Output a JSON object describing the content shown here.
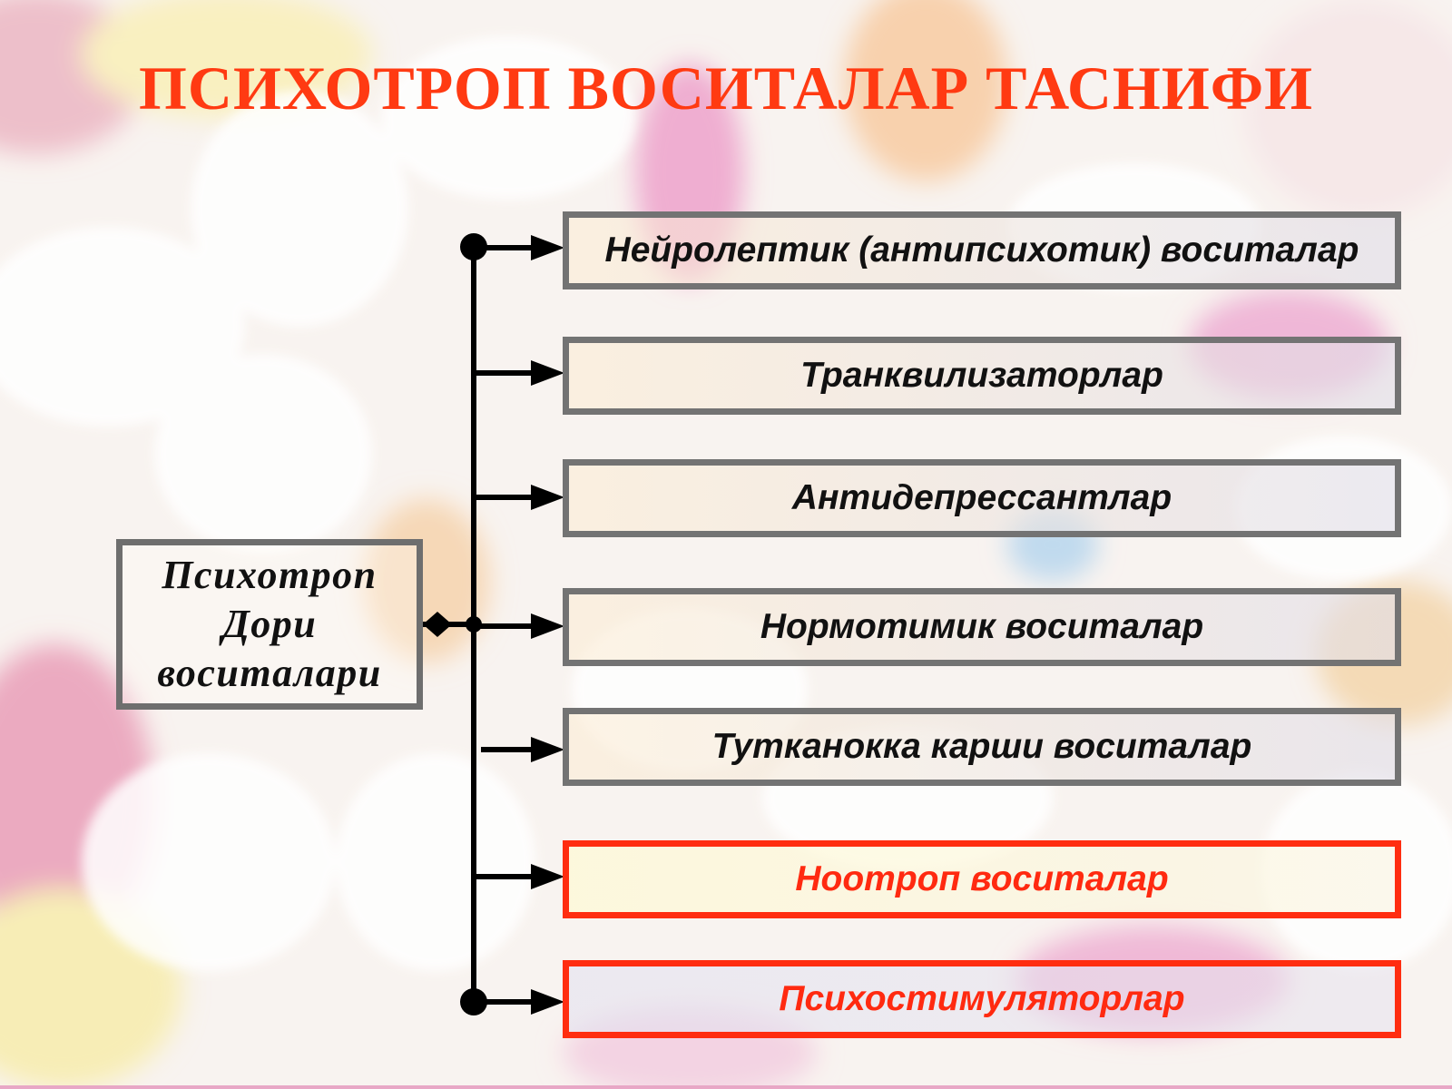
{
  "title": "ПСИХОТРОП ВОСИТАЛАР ТАСНИФИ",
  "center": {
    "lines": [
      "Психотроп",
      "Дори",
      "воситалари"
    ]
  },
  "categories": [
    {
      "label": "Нейролептик (антипсихотик) воситалар",
      "highlight": false
    },
    {
      "label": "Транквилизаторлар",
      "highlight": false
    },
    {
      "label": "Антидепрессантлар",
      "highlight": false
    },
    {
      "label": "Нормотимик воситалар",
      "highlight": false
    },
    {
      "label": "Тутканокка карши воситалар",
      "highlight": false
    },
    {
      "label": "Ноотроп воситалар",
      "highlight": true
    },
    {
      "label": "Психостимуляторлар",
      "highlight": true
    }
  ],
  "colors": {
    "title": "#ff3a12",
    "highlight_border": "#ff2d10",
    "normal_border": "#737373",
    "connector": "#000000"
  }
}
